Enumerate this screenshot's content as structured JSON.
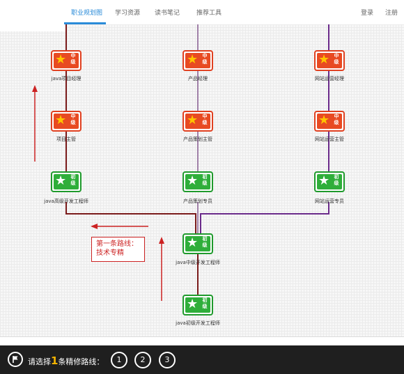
{
  "nav": {
    "items": [
      {
        "label": "职业规划图",
        "active": true
      },
      {
        "label": "学习资源",
        "active": false
      },
      {
        "label": "读书笔记",
        "active": false
      },
      {
        "label": "推荐工具",
        "active": false
      }
    ],
    "login": "登录",
    "register": "注册"
  },
  "colors": {
    "accent": "#2a8bd8",
    "route1": "#7a1a1a",
    "route2": "#a080a8",
    "route3": "#6a2a8a",
    "mid_node": "#e84a22",
    "junior_node": "#2fae3a",
    "annotation": "#cc2222"
  },
  "levels": {
    "mid": "中\n级",
    "junior": "初\n级"
  },
  "nodes": {
    "java_pm": {
      "label": "java项目经理",
      "level": "mid"
    },
    "project_lead": {
      "label": "项目主管",
      "level": "mid"
    },
    "java_senior": {
      "label": "java高级开发工程师",
      "level": "junior"
    },
    "product_mgr": {
      "label": "产品经理",
      "level": "mid"
    },
    "product_lead": {
      "label": "产品策划主管",
      "level": "mid"
    },
    "product_spec": {
      "label": "产品策划专员",
      "level": "junior"
    },
    "web_ops_mgr": {
      "label": "网站运营经理",
      "level": "mid"
    },
    "web_ops_lead": {
      "label": "网站运营主管",
      "level": "mid"
    },
    "web_ops_spec": {
      "label": "网站运营专员",
      "level": "junior"
    },
    "java_mid": {
      "label": "java中级开发工程师",
      "level": "junior"
    },
    "java_junior": {
      "label": "java初级开发工程师",
      "level": "junior"
    }
  },
  "note": {
    "line1": "第一条路线：",
    "line2": "技术专精"
  },
  "bottom": {
    "prompt_prefix": "请选择",
    "prompt_number": "1",
    "prompt_suffix": "条精修路线：",
    "routes": [
      "1",
      "2",
      "3"
    ],
    "flag_icon": "flag-icon"
  }
}
